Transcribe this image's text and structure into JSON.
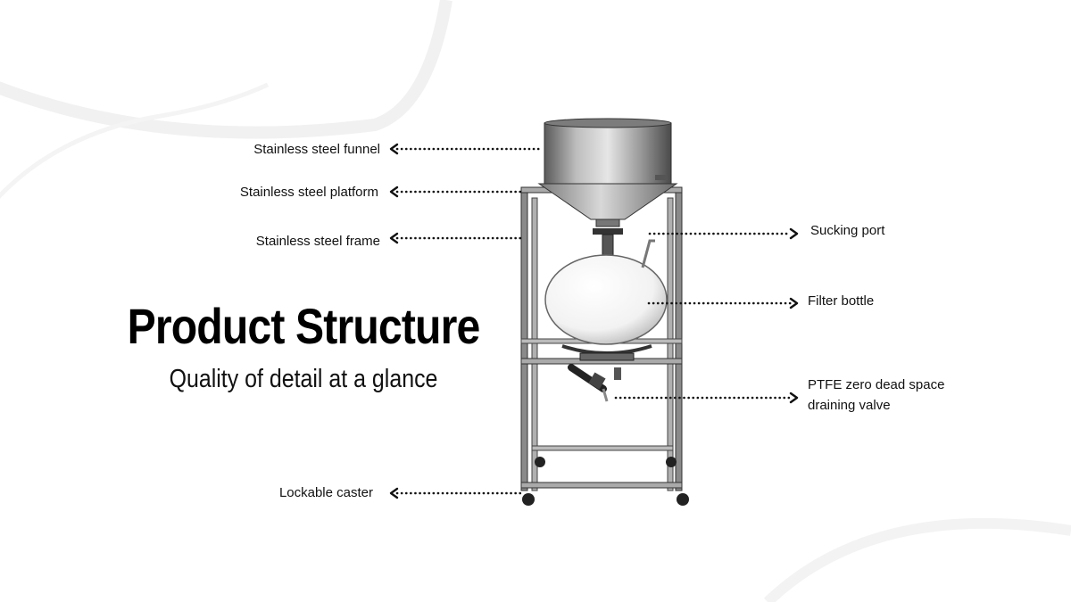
{
  "heading": {
    "title": "Product Structure",
    "subtitle": "Quality of detail at a glance"
  },
  "callouts": {
    "funnel": "Stainless steel funnel",
    "platform": "Stainless steel platform",
    "frame": "Stainless steel frame",
    "sucking_port": "Sucking port",
    "filter_bottle": "Filter bottle",
    "valve_line1": "PTFE zero dead space",
    "valve_line2": "draining valve",
    "caster": "Lockable caster"
  },
  "colors": {
    "background": "#ffffff",
    "text": "#111111",
    "steel": "#9a9a9a"
  }
}
